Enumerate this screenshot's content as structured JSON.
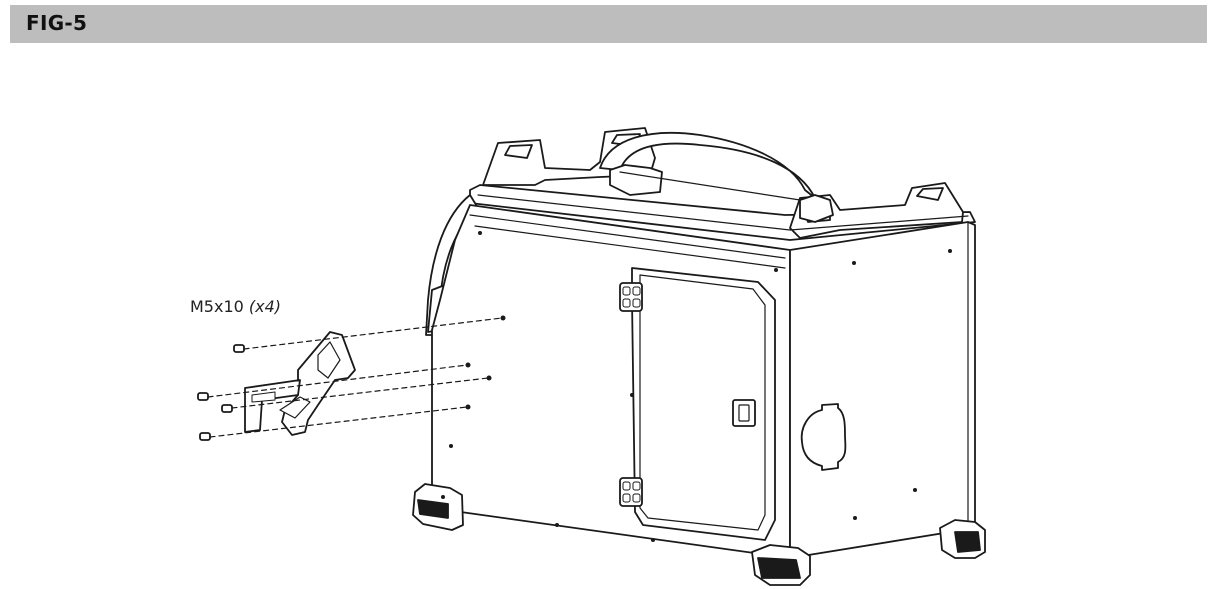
{
  "figure": {
    "title": "FIG-5",
    "header_color": "#bdbdbd"
  },
  "callout": {
    "screw_spec": "M5x10",
    "screw_qty": "(x4)"
  },
  "illustration": {
    "subject": "welding machine with side bracket attachment",
    "line_color": "#1a1a1a"
  }
}
